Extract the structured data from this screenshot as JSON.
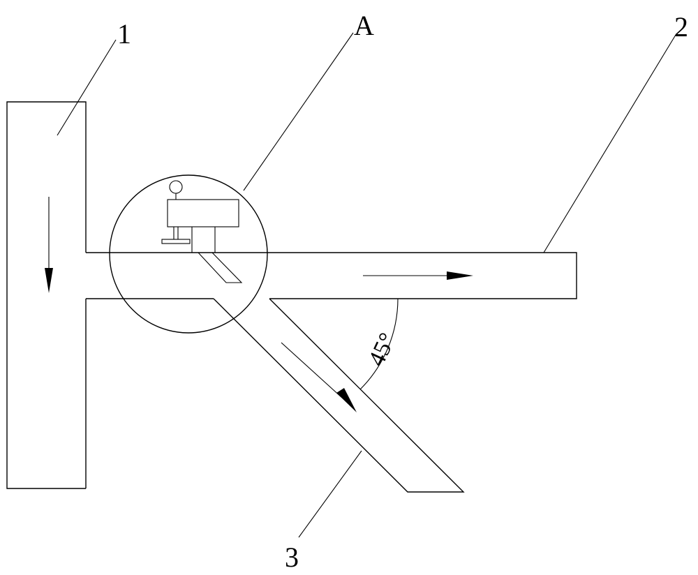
{
  "labels": {
    "part_1": "1",
    "part_2": "2",
    "part_3": "3",
    "detail_a": "A"
  },
  "angle": {
    "text": "45°"
  }
}
